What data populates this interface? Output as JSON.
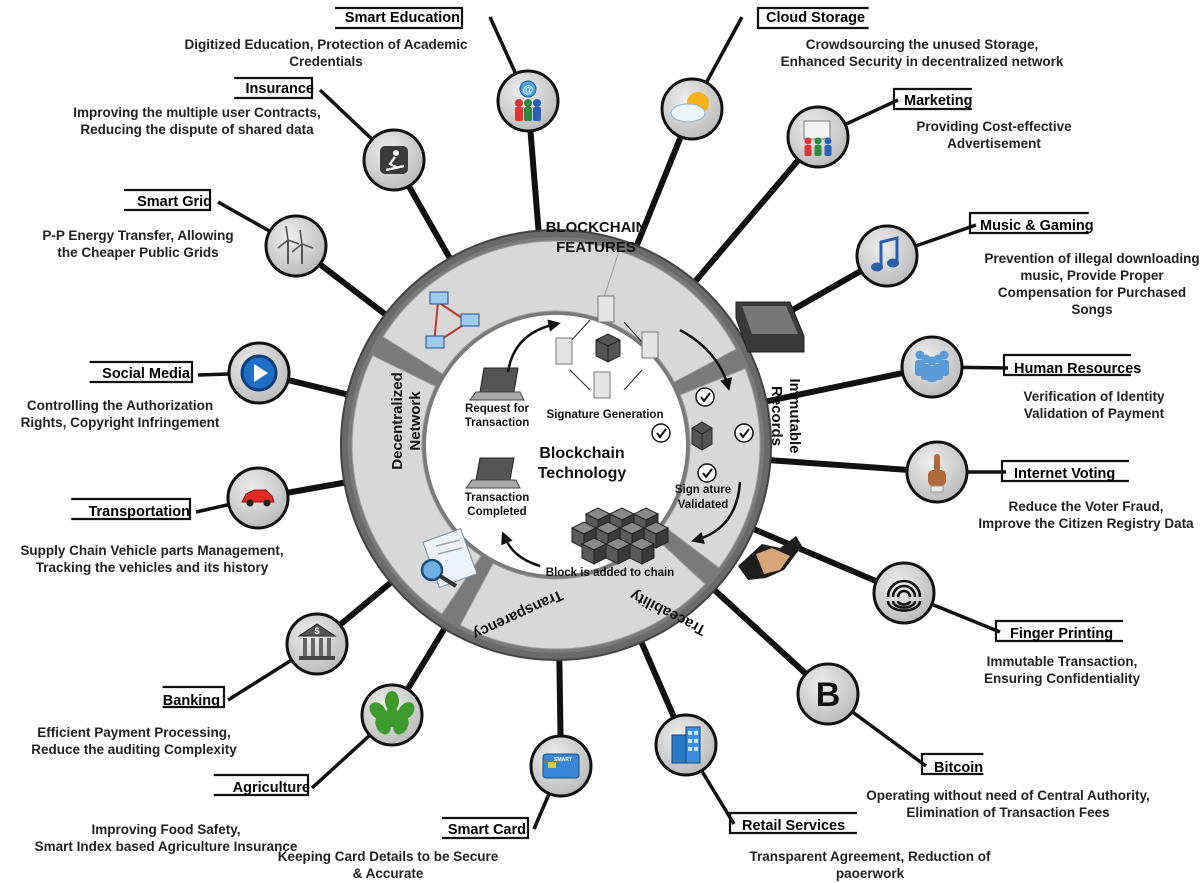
{
  "center": {
    "features_title": [
      "BLOCKCHAIN",
      "FEATURES"
    ],
    "technology_title": [
      "Blockchain",
      "Technology"
    ],
    "sectors": [
      {
        "label": [
          "Decentralized",
          "Network"
        ]
      },
      {
        "label": [
          "Immutable",
          "Records"
        ]
      },
      {
        "label": [
          "Traceability"
        ]
      },
      {
        "label": [
          "Transparency"
        ]
      }
    ],
    "steps": [
      {
        "label": [
          "Request for",
          "Transaction"
        ]
      },
      {
        "label": [
          "Signature Generation"
        ]
      },
      {
        "label": [
          "Sign ature",
          "Validated"
        ]
      },
      {
        "label": [
          "Block is added to chain"
        ]
      },
      {
        "label": [
          "Transaction",
          "Completed"
        ]
      }
    ]
  },
  "applications": [
    {
      "title": "Smart Education",
      "desc": [
        "Digitized Education, Protection of Academic",
        "Credentials"
      ],
      "icon": "people-at-icon"
    },
    {
      "title": "Cloud Storage",
      "desc": [
        "Crowdsourcing the unused Storage,",
        "Enhanced Security in decentralized network"
      ],
      "icon": "cloud-sun-icon"
    },
    {
      "title": "Insurance",
      "desc": [
        "Improving the multiple user Contracts,",
        "Reducing the dispute of shared data"
      ],
      "icon": "surfer-icon"
    },
    {
      "title": "Marketing",
      "desc": [
        "Providing Cost-effective",
        "Advertisement"
      ],
      "icon": "presentation-icon"
    },
    {
      "title": "Smart Grid",
      "desc": [
        "P-P Energy Transfer, Allowing",
        "the Cheaper Public Grids"
      ],
      "icon": "wind-turbine-icon"
    },
    {
      "title": "Music & Gaming",
      "desc": [
        "Prevention of illegal downloading",
        "music, Provide Proper",
        "Compensation for Purchased",
        "Songs"
      ],
      "icon": "music-note-icon"
    },
    {
      "title": "Social Media",
      "desc": [
        "Controlling the Authorization",
        "Rights, Copyright Infringement"
      ],
      "icon": "play-button-icon"
    },
    {
      "title": "Human Resources",
      "desc": [
        "Verification of Identity",
        "Validation of Payment"
      ],
      "icon": "group-icon"
    },
    {
      "title": "Internet Voting",
      "desc": [
        "Reduce the Voter Fraud,",
        "Improve the Citizen Registry Data"
      ],
      "icon": "pointing-hand-icon"
    },
    {
      "title": "Transportation",
      "desc": [
        "Supply Chain Vehicle parts Management,",
        "Tracking the vehicles and its history"
      ],
      "icon": "car-icon"
    },
    {
      "title": "Finger Printing",
      "desc": [
        "Immutable Transaction,",
        "Ensuring Confidentiality"
      ],
      "icon": "fingerprint-icon"
    },
    {
      "title": "Banking",
      "desc": [
        "Efficient Payment Processing,",
        "Reduce the auditing Complexity"
      ],
      "icon": "bank-icon"
    },
    {
      "title": "Bitcoin",
      "desc": [
        "Operating without need of Central Authority,",
        "Elimination of Transaction Fees"
      ],
      "icon": "bitcoin-icon",
      "glyph": "B"
    },
    {
      "title": "Agriculture",
      "desc": [
        "Improving Food Safety,",
        "Smart Index based Agriculture Insurance"
      ],
      "icon": "plant-icon"
    },
    {
      "title": "Smart Card",
      "desc": [
        "Keeping Card Details to be Secure",
        "& Accurate"
      ],
      "icon": "smart-card-icon",
      "glyph": "SMART"
    },
    {
      "title": "Retail Services",
      "desc": [
        "Transparent Agreement, Reduction of",
        "paoerwork"
      ],
      "icon": "buildings-icon"
    }
  ],
  "colors": {
    "ring": "#6a6a6a",
    "sector": "#d8d8d8",
    "node": "#c4c4c4",
    "line": "#111111"
  }
}
